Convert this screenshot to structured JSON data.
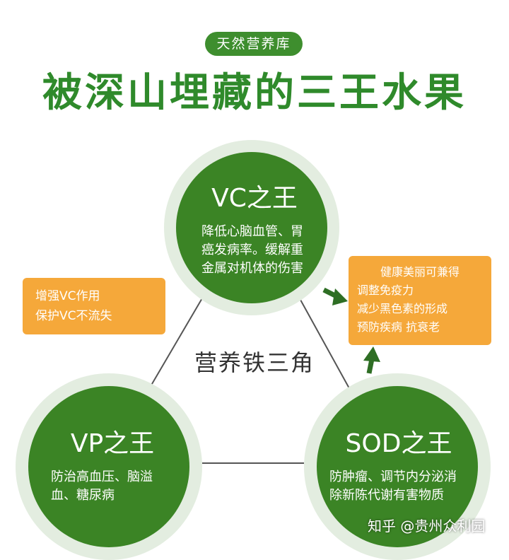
{
  "header": {
    "badge": "天然营养库",
    "title": "被深山埋藏的三王水果"
  },
  "center_label": "营养铁三角",
  "circles": {
    "vc": {
      "title": "VC之王",
      "desc": "降低心脑血管、胃癌发病率。缓解重金属对机体的伤害"
    },
    "vp": {
      "title": "VP之王",
      "desc": "防治高血压、脑溢血、糖尿病"
    },
    "sod": {
      "title": "SOD之王",
      "desc": "防肿瘤、调节内分泌消除新陈代谢有害物质"
    }
  },
  "boxes": {
    "left": {
      "line1": "增强VC作用",
      "line2": "保护VC不流失"
    },
    "right": {
      "heading": "健康美丽可兼得",
      "line1": "调整免疫力",
      "line2": "减少黑色素的形成",
      "line3": "预防疾病 抗衰老"
    }
  },
  "watermark": "知乎 @贵州众利园",
  "colors": {
    "green_dark": "#3b8425",
    "green_title": "#2f8a2b",
    "ring": "#e3ede0",
    "orange": "#f5a83a",
    "arrow": "#2e6e24"
  }
}
